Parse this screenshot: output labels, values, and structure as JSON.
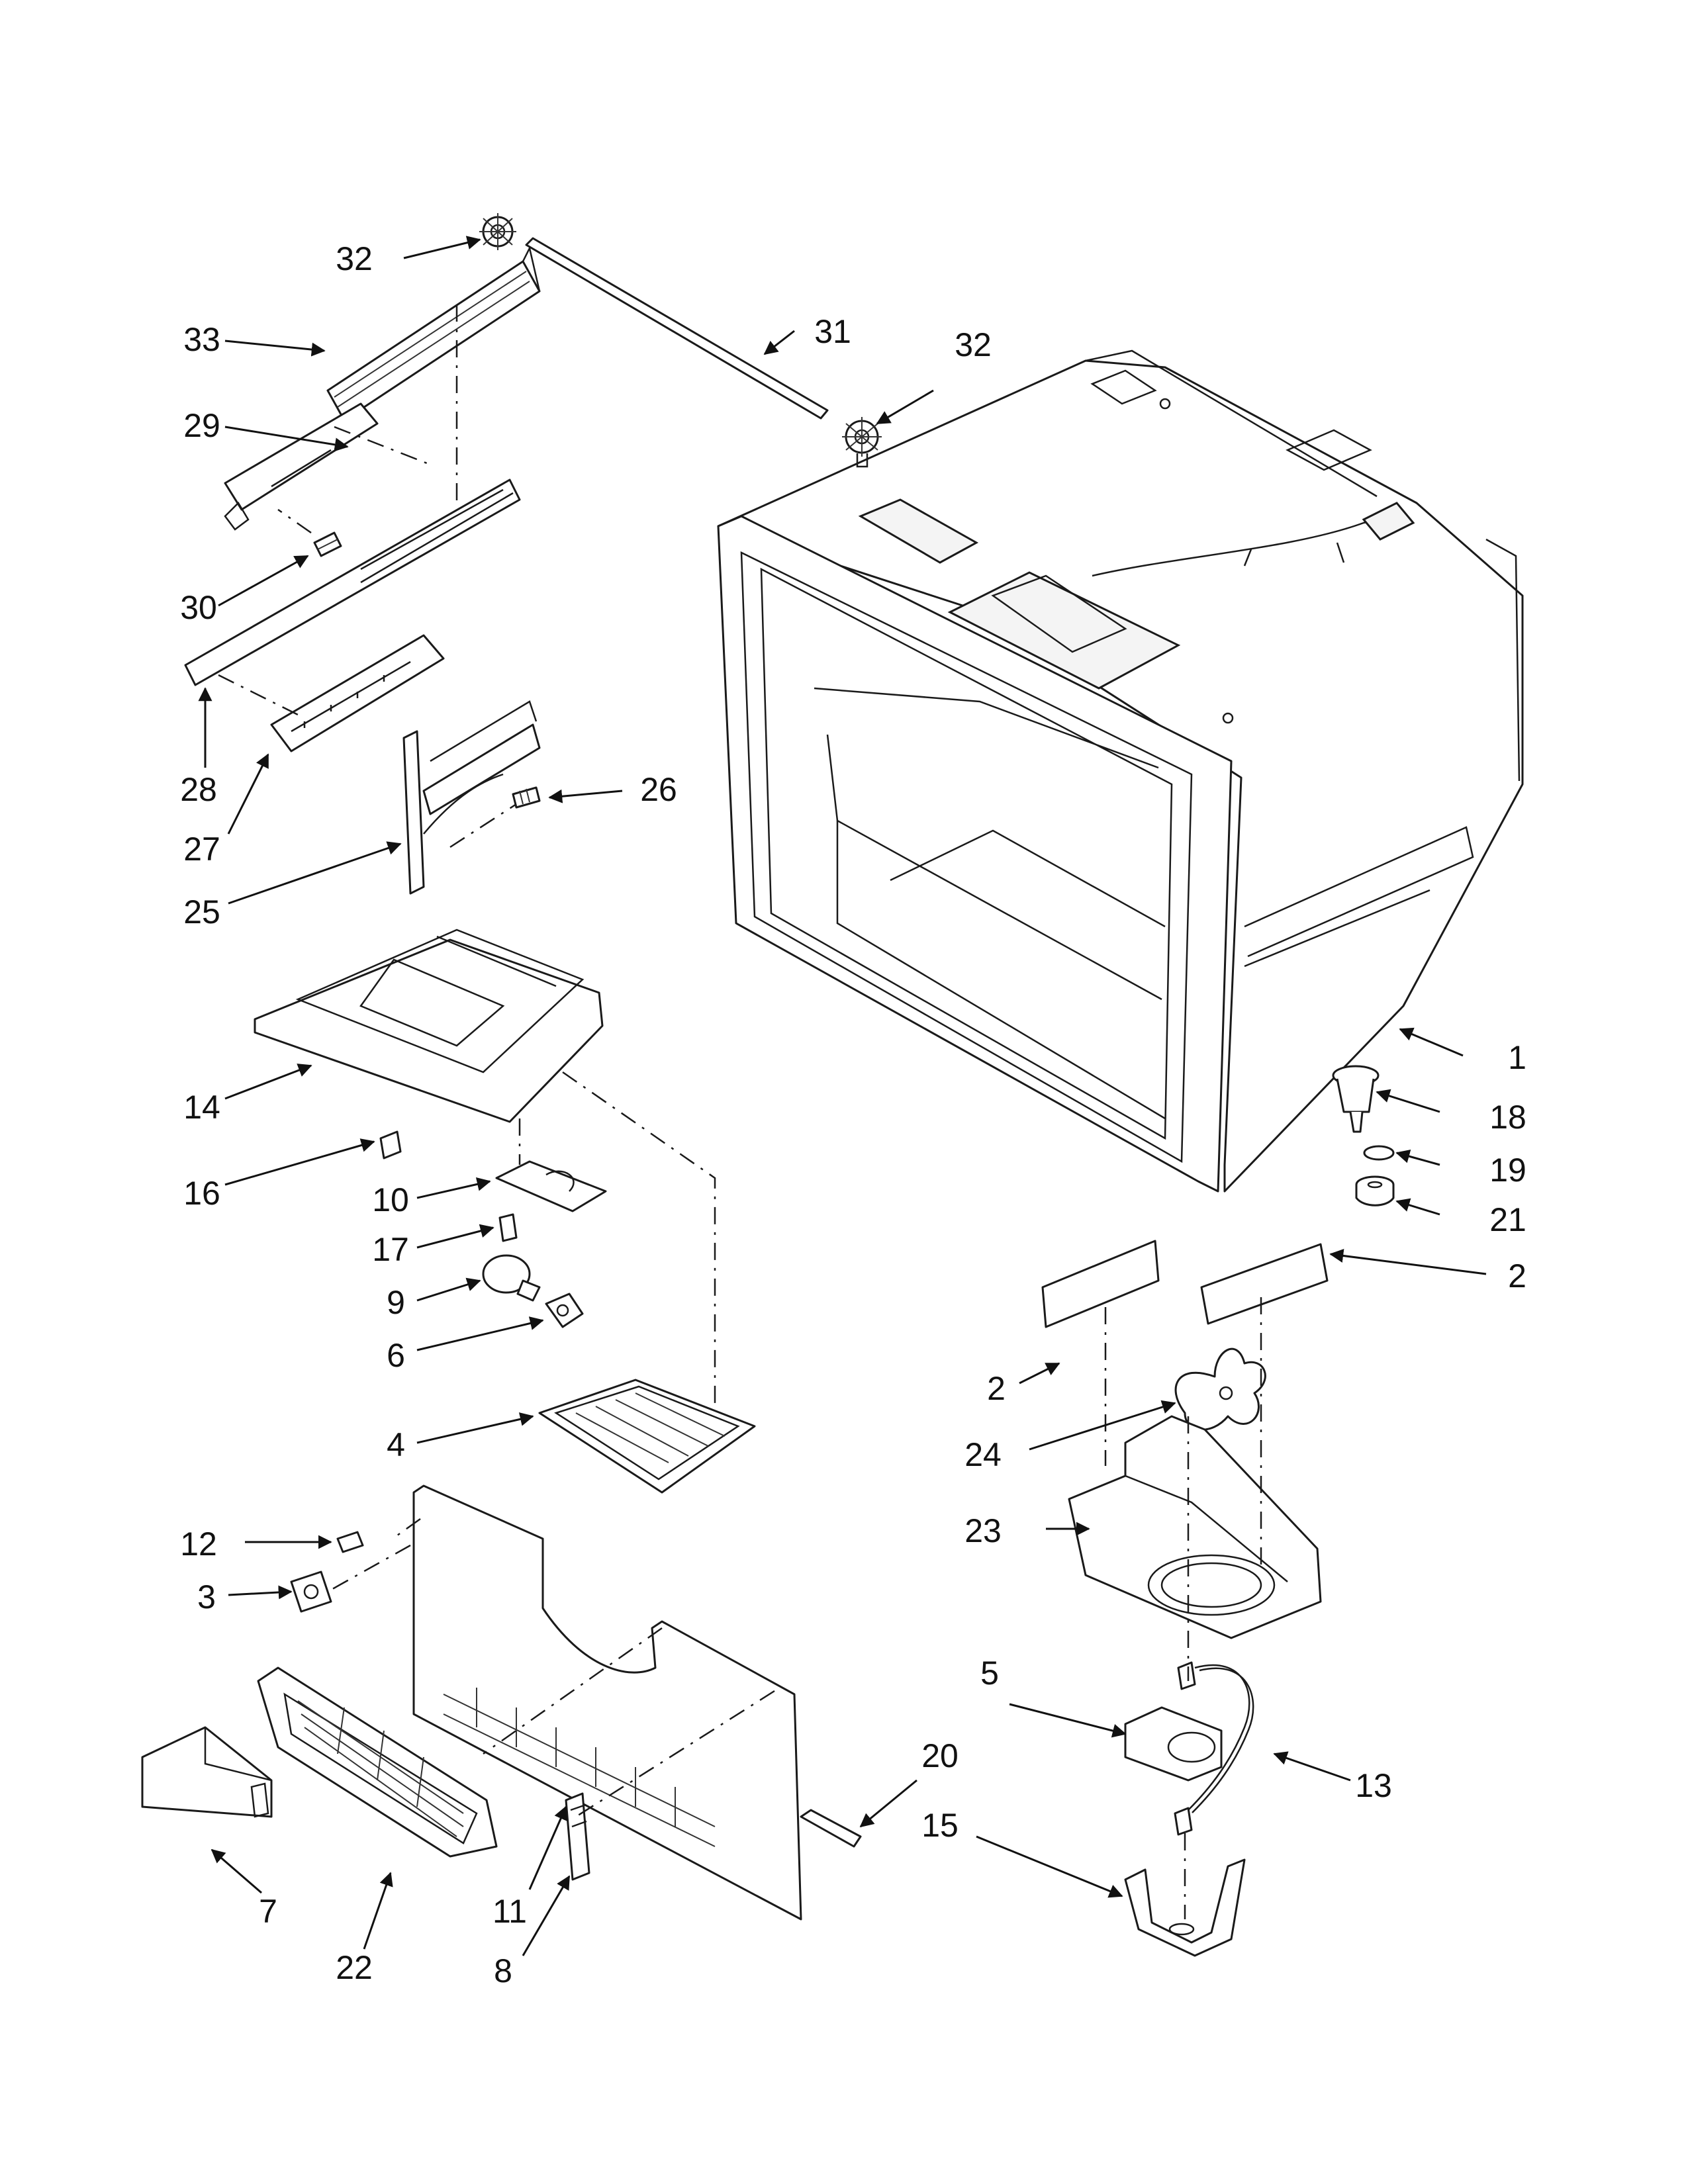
{
  "callouts": [
    {
      "id": "32a",
      "label": "32"
    },
    {
      "id": "31",
      "label": "31"
    },
    {
      "id": "32b",
      "label": "32"
    },
    {
      "id": "33",
      "label": "33"
    },
    {
      "id": "29",
      "label": "29"
    },
    {
      "id": "30",
      "label": "30"
    },
    {
      "id": "28",
      "label": "28"
    },
    {
      "id": "27",
      "label": "27"
    },
    {
      "id": "26",
      "label": "26"
    },
    {
      "id": "25",
      "label": "25"
    },
    {
      "id": "14",
      "label": "14"
    },
    {
      "id": "16",
      "label": "16"
    },
    {
      "id": "10",
      "label": "10"
    },
    {
      "id": "17",
      "label": "17"
    },
    {
      "id": "9",
      "label": "9"
    },
    {
      "id": "6",
      "label": "6"
    },
    {
      "id": "4",
      "label": "4"
    },
    {
      "id": "1",
      "label": "1"
    },
    {
      "id": "18",
      "label": "18"
    },
    {
      "id": "19",
      "label": "19"
    },
    {
      "id": "21",
      "label": "21"
    },
    {
      "id": "2a",
      "label": "2"
    },
    {
      "id": "2b",
      "label": "2"
    },
    {
      "id": "24",
      "label": "24"
    },
    {
      "id": "23",
      "label": "23"
    },
    {
      "id": "12",
      "label": "12"
    },
    {
      "id": "3",
      "label": "3"
    },
    {
      "id": "5",
      "label": "5"
    },
    {
      "id": "13",
      "label": "13"
    },
    {
      "id": "20",
      "label": "20"
    },
    {
      "id": "15",
      "label": "15"
    },
    {
      "id": "11",
      "label": "11"
    },
    {
      "id": "8",
      "label": "8"
    },
    {
      "id": "7",
      "label": "7"
    },
    {
      "id": "22",
      "label": "22"
    }
  ]
}
